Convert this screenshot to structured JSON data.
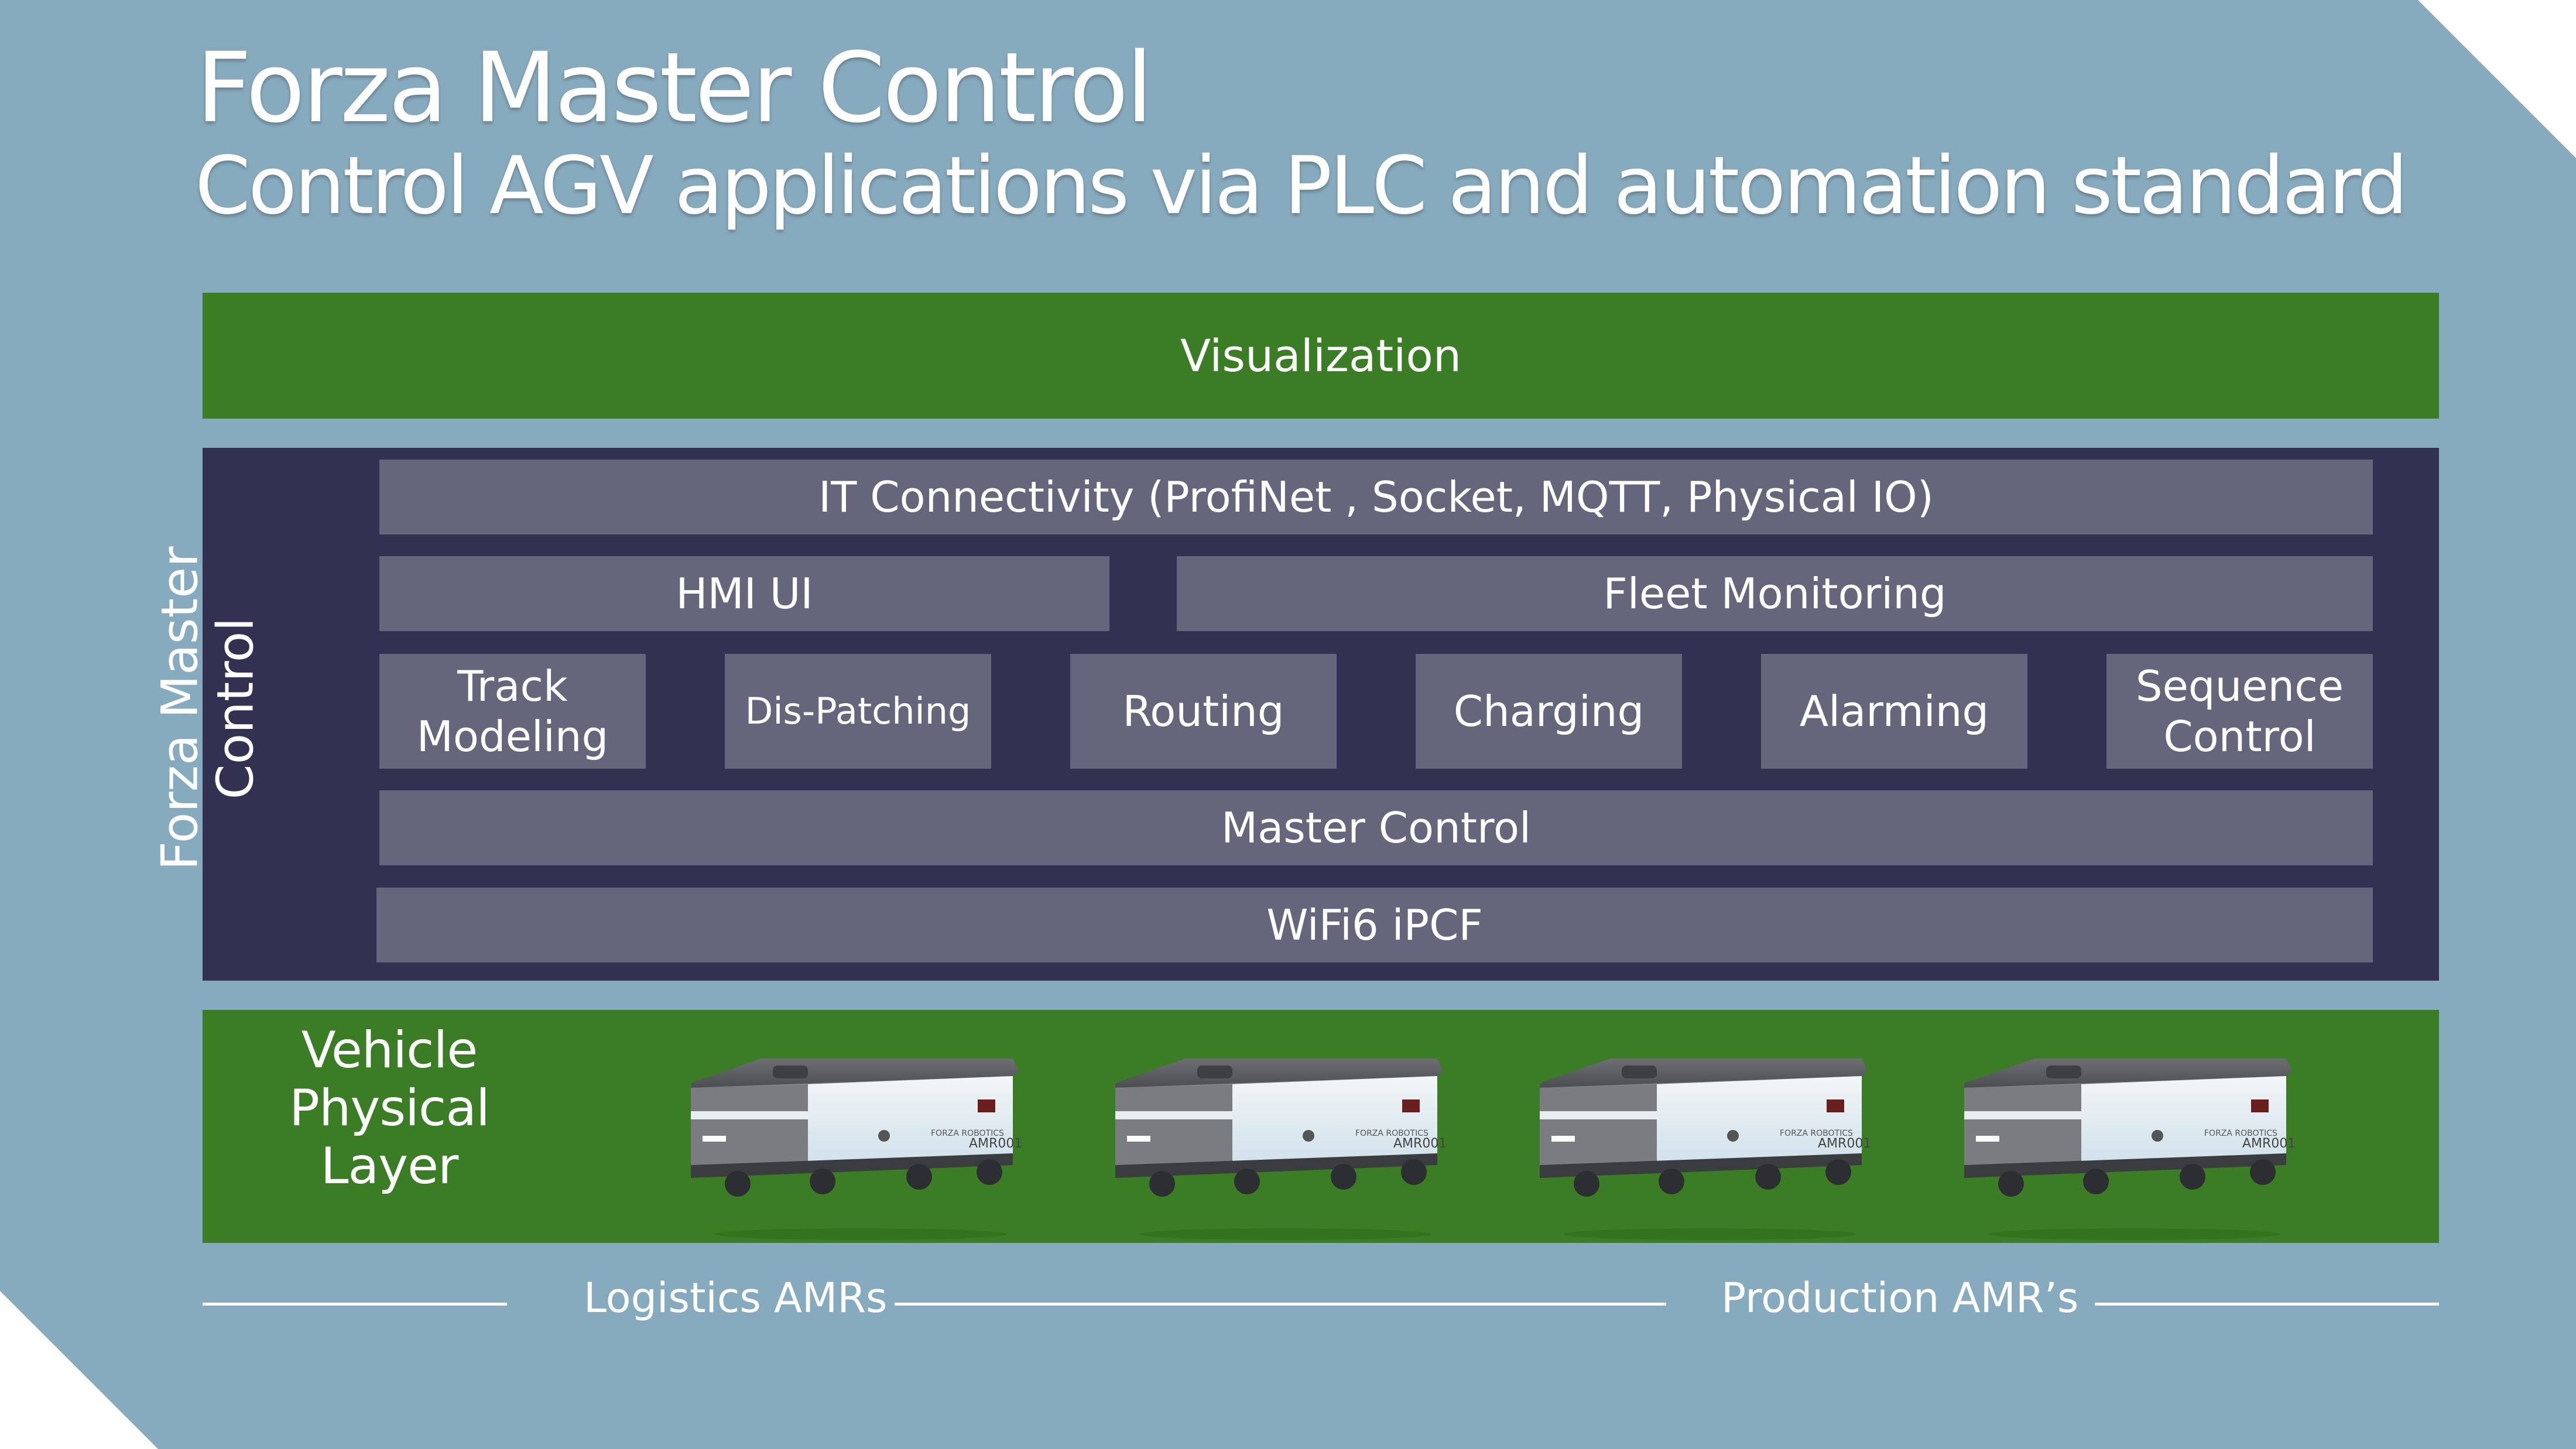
{
  "slide": {
    "title": "Forza Master Control",
    "subtitle": "Control AGV applications via PLC and automation standard"
  },
  "layers": {
    "visualization": "Visualization",
    "control_group_label": "Forza Master\nControl",
    "it_connectivity": "IT Connectivity (ProfiNet , Socket, MQTT, Physical IO)",
    "hmi_ui": "HMI UI",
    "fleet_monitoring": "Fleet Monitoring",
    "modules": [
      "Track\nModeling",
      "Dis-Patching",
      "Routing",
      "Charging",
      "Alarming",
      "Sequence\nControl"
    ],
    "master_control": "Master Control",
    "wifi": "WiFi6 iPCF",
    "vehicle_layer": "Vehicle Physical\nLayer"
  },
  "vehicles": {
    "icon": "amr-robot-icon",
    "brand_text": "FORZA ROBOTICS",
    "id_text": "AMR001",
    "count": 4
  },
  "categories": {
    "logistics": "Logistics AMRs",
    "production": "Production AMR’s"
  },
  "colors": {
    "background": "#87abbe",
    "green": "#3a7d24",
    "dark_panel": "#333151",
    "block": "#65657c",
    "text": "#ffffff"
  }
}
